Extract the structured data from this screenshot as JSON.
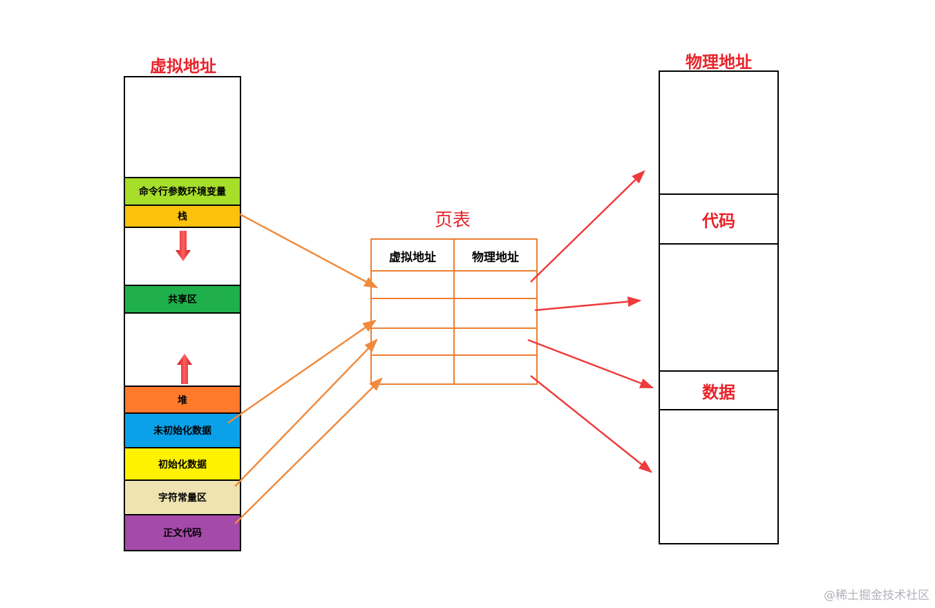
{
  "virtual": {
    "title": "虚拟地址",
    "segments": [
      {
        "label": "",
        "color": "#ffffff"
      },
      {
        "label": "命令行参数环境变量",
        "color": "#a6de2a"
      },
      {
        "label": "栈",
        "color": "#fdc20b"
      },
      {
        "label": "",
        "color": "#ffffff"
      },
      {
        "label": "共享区",
        "color": "#1fb04b"
      },
      {
        "label": "",
        "color": "#ffffff"
      },
      {
        "label": "堆",
        "color": "#ff7a2a"
      },
      {
        "label": "未初始化数据",
        "color": "#0aa1e8"
      },
      {
        "label": "初始化数据",
        "color": "#fff200"
      },
      {
        "label": "字符常量区",
        "color": "#eee3b1"
      },
      {
        "label": "正文代码",
        "color": "#a44aa8"
      }
    ]
  },
  "page_table": {
    "title": "页表",
    "headers": [
      "虚拟地址",
      "物理地址"
    ]
  },
  "physical": {
    "title": "物理地址",
    "segments": [
      {
        "label": ""
      },
      {
        "label": "代码"
      },
      {
        "label": ""
      },
      {
        "label": "数据"
      },
      {
        "label": ""
      }
    ]
  },
  "colors": {
    "accent_red": "#e8232a",
    "table_orange": "#ed7d31",
    "arrow_orange": "#f08a3c",
    "arrow_red": "#ef3b3b"
  },
  "watermark": "@稀土掘金技术社区"
}
